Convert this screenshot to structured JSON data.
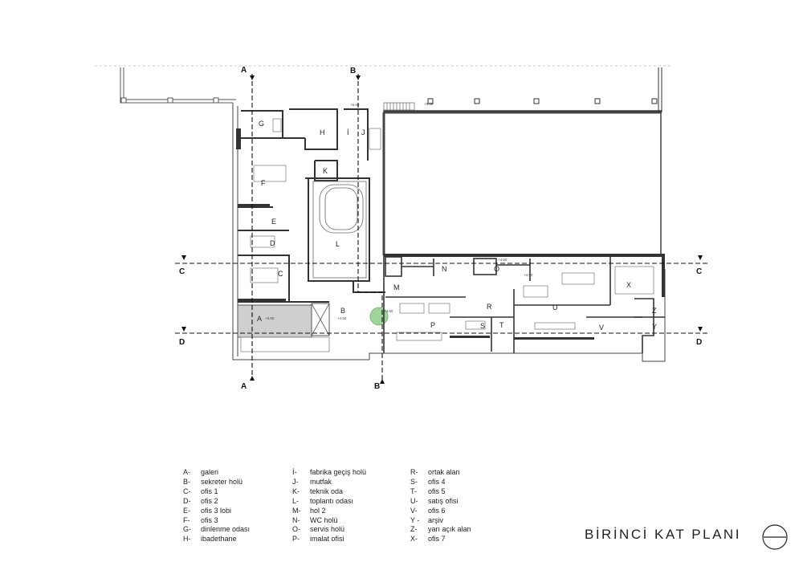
{
  "plan": {
    "title": "BİRİNCİ KAT PLANI",
    "section_markers": [
      {
        "id": "A-top",
        "label": "A"
      },
      {
        "id": "A-bottom",
        "label": "A"
      },
      {
        "id": "B-top",
        "label": "B"
      },
      {
        "id": "B-bottom",
        "label": "B"
      },
      {
        "id": "C-left",
        "label": "C"
      },
      {
        "id": "C-right",
        "label": "C"
      },
      {
        "id": "D-left",
        "label": "D"
      },
      {
        "id": "D-right",
        "label": "D"
      }
    ],
    "rooms": [
      {
        "code": "A"
      },
      {
        "code": "B"
      },
      {
        "code": "C"
      },
      {
        "code": "D"
      },
      {
        "code": "E"
      },
      {
        "code": "F"
      },
      {
        "code": "G"
      },
      {
        "code": "H"
      },
      {
        "code": "İ"
      },
      {
        "code": "J"
      },
      {
        "code": "K"
      },
      {
        "code": "L"
      },
      {
        "code": "M"
      },
      {
        "code": "N"
      },
      {
        "code": "O"
      },
      {
        "code": "P"
      },
      {
        "code": "R"
      },
      {
        "code": "S"
      },
      {
        "code": "T"
      },
      {
        "code": "U"
      },
      {
        "code": "V"
      },
      {
        "code": "X"
      },
      {
        "code": "Y"
      },
      {
        "code": "Z"
      }
    ],
    "legend": {
      "col1": [
        {
          "code": "A-",
          "name": "galeri"
        },
        {
          "code": "B-",
          "name": "sekreter holü"
        },
        {
          "code": "C-",
          "name": "ofis 1"
        },
        {
          "code": "D-",
          "name": "ofis 2"
        },
        {
          "code": "E-",
          "name": "ofis 3 lobi"
        },
        {
          "code": "F-",
          "name": "ofis 3"
        },
        {
          "code": "G-",
          "name": "dinlenme odası"
        },
        {
          "code": "H-",
          "name": "ibadethane"
        }
      ],
      "col2": [
        {
          "code": "İ-",
          "name": "fabrika geçiş holü"
        },
        {
          "code": "J-",
          "name": "mutfak"
        },
        {
          "code": "K-",
          "name": "teknik oda"
        },
        {
          "code": "L-",
          "name": "toplantı odası"
        },
        {
          "code": "M-",
          "name": "hol 2"
        },
        {
          "code": "N-",
          "name": "WC holü"
        },
        {
          "code": "O-",
          "name": "servis holü"
        },
        {
          "code": "P-",
          "name": "imalat ofisi"
        }
      ],
      "col3": [
        {
          "code": "R-",
          "name": "ortak alan"
        },
        {
          "code": "S-",
          "name": "ofis 4"
        },
        {
          "code": "T-",
          "name": "ofis 5"
        },
        {
          "code": "U-",
          "name": "satış ofisi"
        },
        {
          "code": "V-",
          "name": "ofis 6"
        },
        {
          "code": "Y -",
          "name": "arşiv"
        },
        {
          "code": "Z-",
          "name": "yarı açık alan"
        },
        {
          "code": "X-",
          "name": "ofis 7"
        }
      ]
    },
    "level_marks": [
      "+5.60",
      "+5.60",
      "+5.60",
      "+4.50",
      "+4.50",
      "+4.50",
      "+4.50"
    ],
    "colors": {
      "wall": "#333333",
      "gallery_fill": "#cfcfcf",
      "section_line": "#111111",
      "tree": "#9fd49a"
    }
  }
}
